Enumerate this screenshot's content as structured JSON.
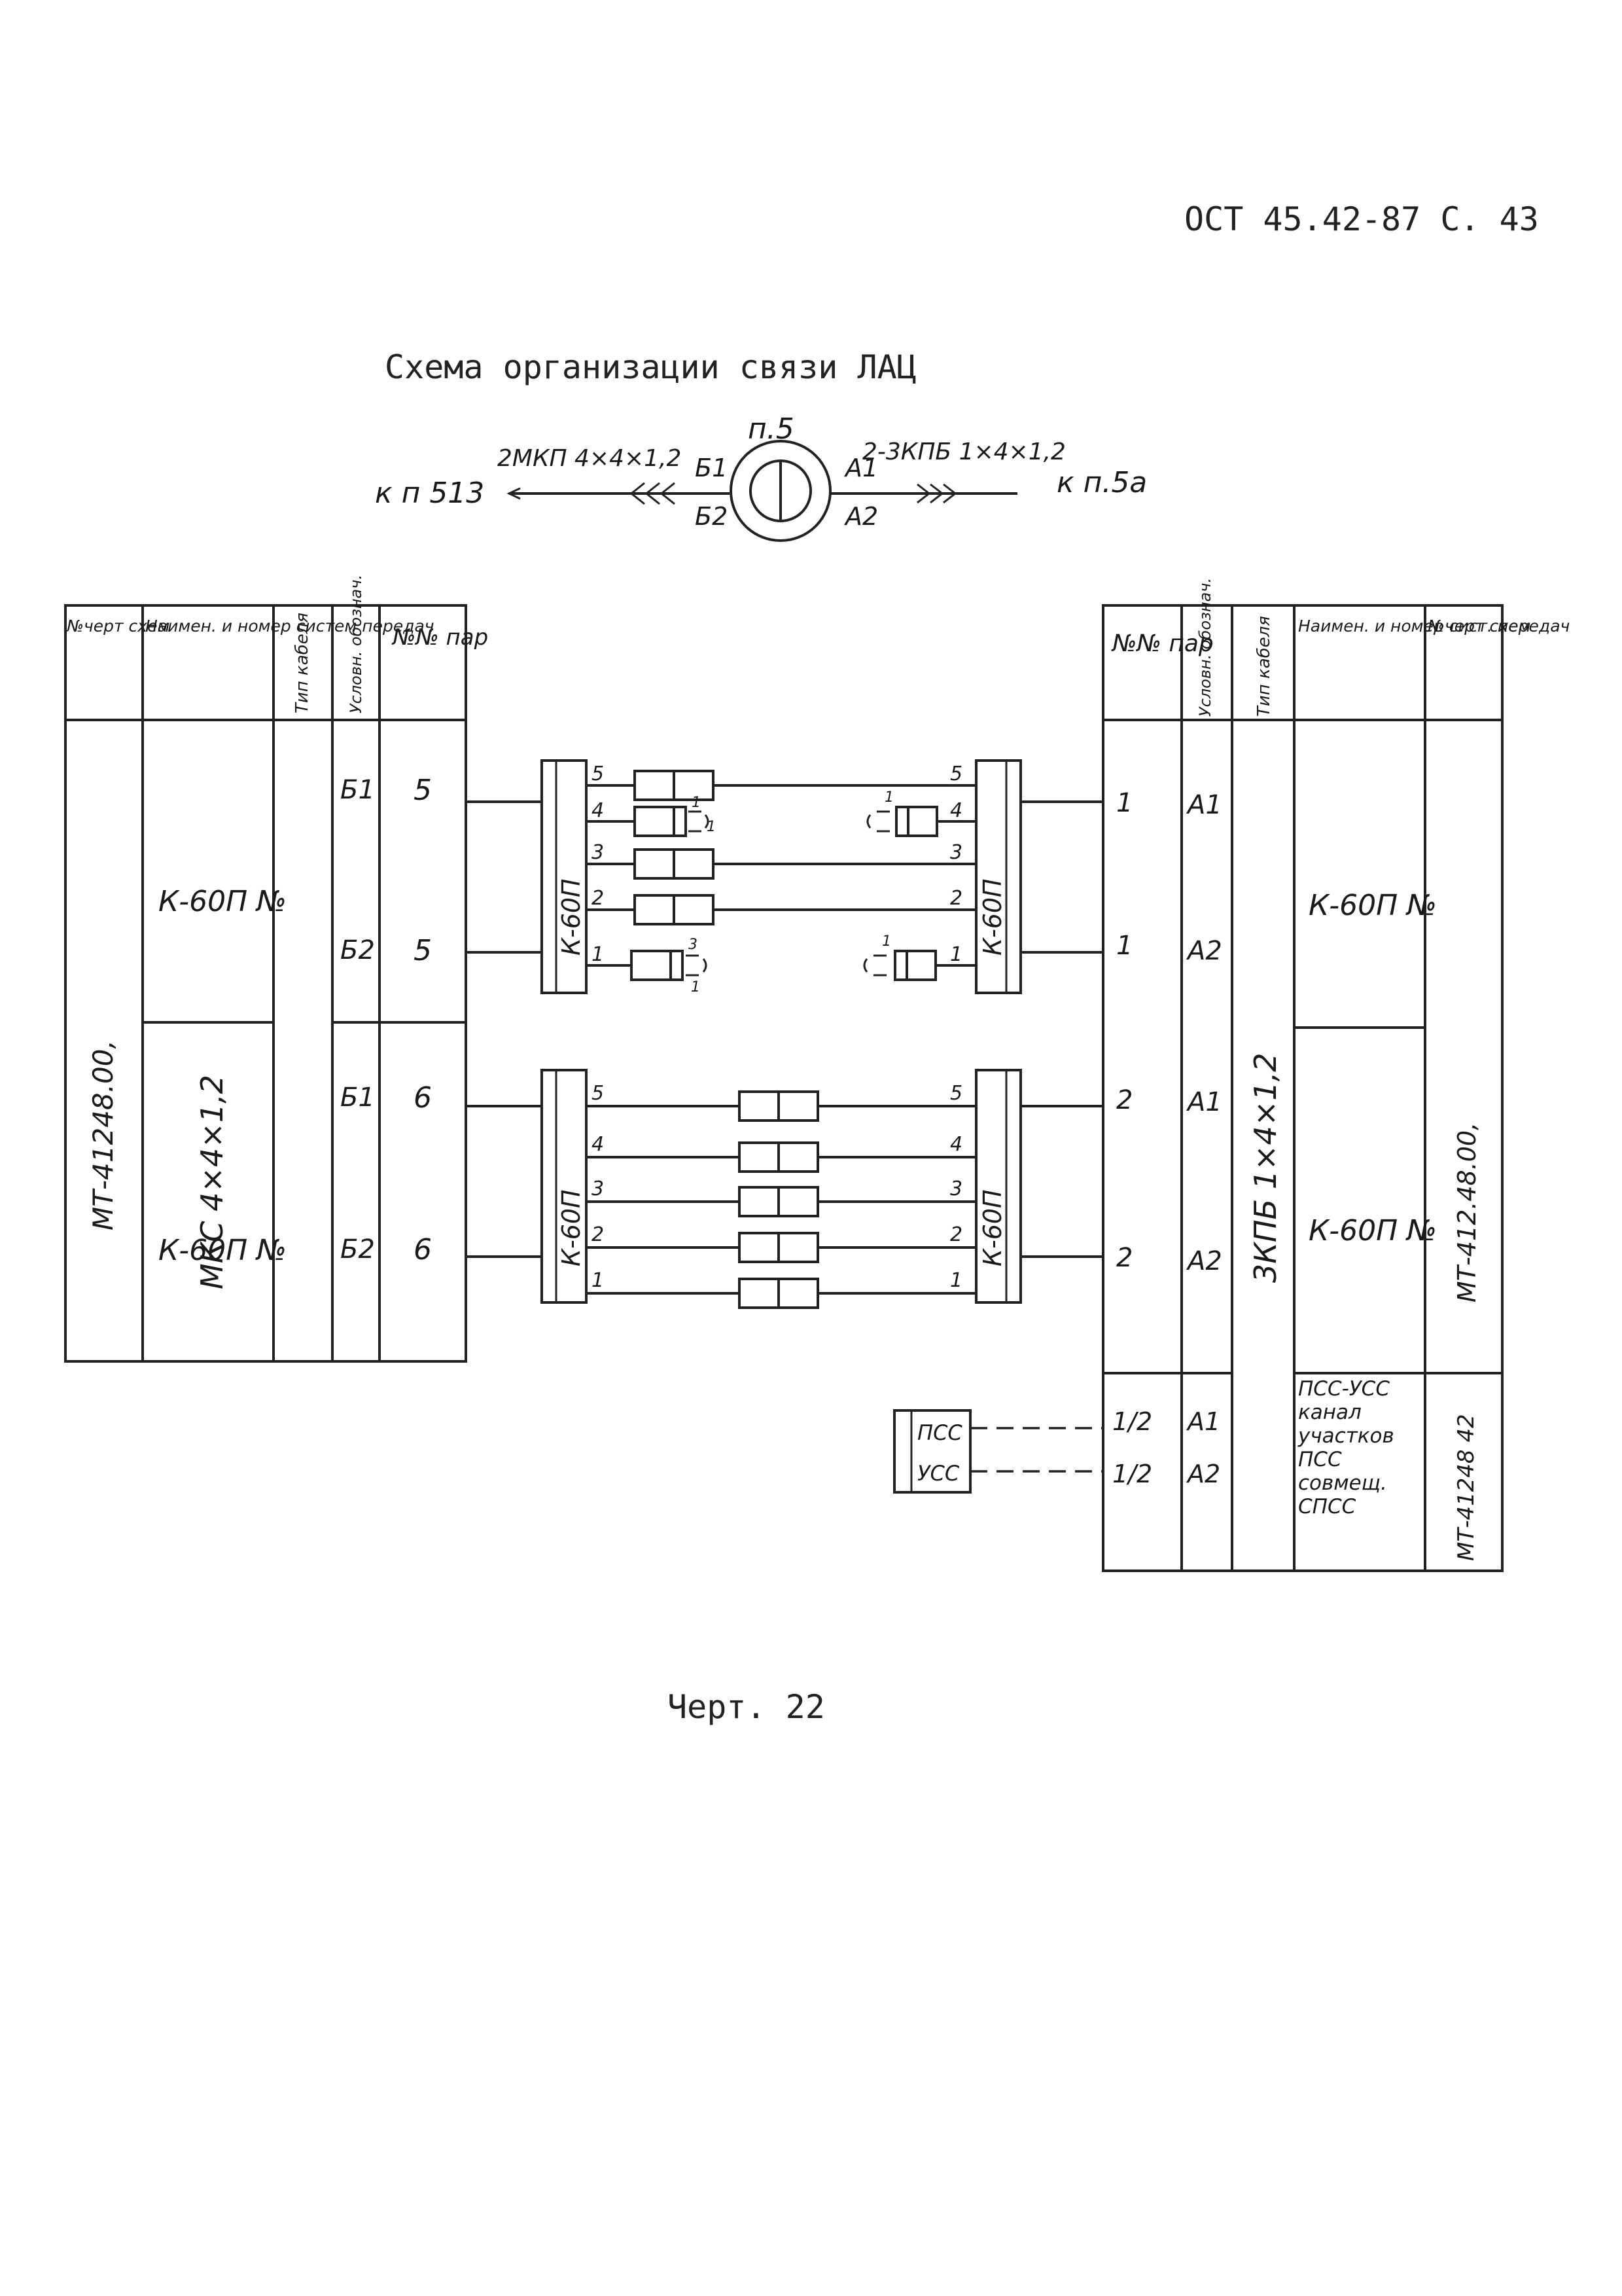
{
  "page_header": "ОСТ 45.42-87 С. 43",
  "title": "Схема организации связи ЛАЦ",
  "caption": "Черт. 22",
  "station": {
    "label": "п.5",
    "left_dest": "к п 513",
    "left_cable": "2МКП 4×4×1,2",
    "left_sides": [
      "Б1",
      "Б2"
    ],
    "right_dest": "к п.5а",
    "right_cable": "2-3КПБ 1×4×1,2",
    "right_sides": [
      "А1",
      "А2"
    ]
  },
  "left_table": {
    "headers": [
      "№черт схем",
      "Наимен. и номер систем передач",
      "Тип кабеля",
      "Условн. обознач.",
      "№№ пар"
    ],
    "drawing_no": "МТ-41248.00,",
    "cable_type": "МКС 4×4×1,2",
    "groups": [
      {
        "system": "К-60П №",
        "rows": [
          {
            "mark": "Б1",
            "pair": "5"
          },
          {
            "mark": "Б2",
            "pair": "5"
          }
        ]
      },
      {
        "system": "К-60П №",
        "rows": [
          {
            "mark": "Б1",
            "pair": "6"
          },
          {
            "mark": "Б2",
            "pair": "6"
          }
        ]
      }
    ]
  },
  "right_table": {
    "headers": [
      "№№ пар",
      "Условн. обознач.",
      "Тип кабеля",
      "Наимен. и номер сист. передач",
      "№черт схем"
    ],
    "cable_type": "3КПБ 1×4×1,2",
    "groups": [
      {
        "system": "К-60П №",
        "drawing_no": "МТ-412.48.00,",
        "rows": [
          {
            "pair": "1",
            "mark": "А1"
          },
          {
            "pair": "1",
            "mark": "А2"
          }
        ]
      },
      {
        "system": "К-60П №",
        "rows": [
          {
            "pair": "2",
            "mark": "А1"
          },
          {
            "pair": "2",
            "mark": "А2"
          }
        ]
      }
    ],
    "service": {
      "system": "ПСС-УСС канал участков ПСС совмещ. СПСС",
      "drawing_no": "МТ-41248 42",
      "rows": [
        {
          "pair": "1/2",
          "mark": "А1"
        },
        {
          "pair": "1/2",
          "mark": "А2"
        }
      ]
    }
  },
  "rack_label": "К-60П",
  "rack_wires": [
    "5",
    "4",
    "3",
    "2",
    "1"
  ],
  "upper_rack_marks": {
    "left": [
      "1",
      "1",
      "3",
      "1"
    ],
    "right": [
      "1",
      "1"
    ]
  },
  "service_box": [
    "ПСС",
    "УСС"
  ]
}
